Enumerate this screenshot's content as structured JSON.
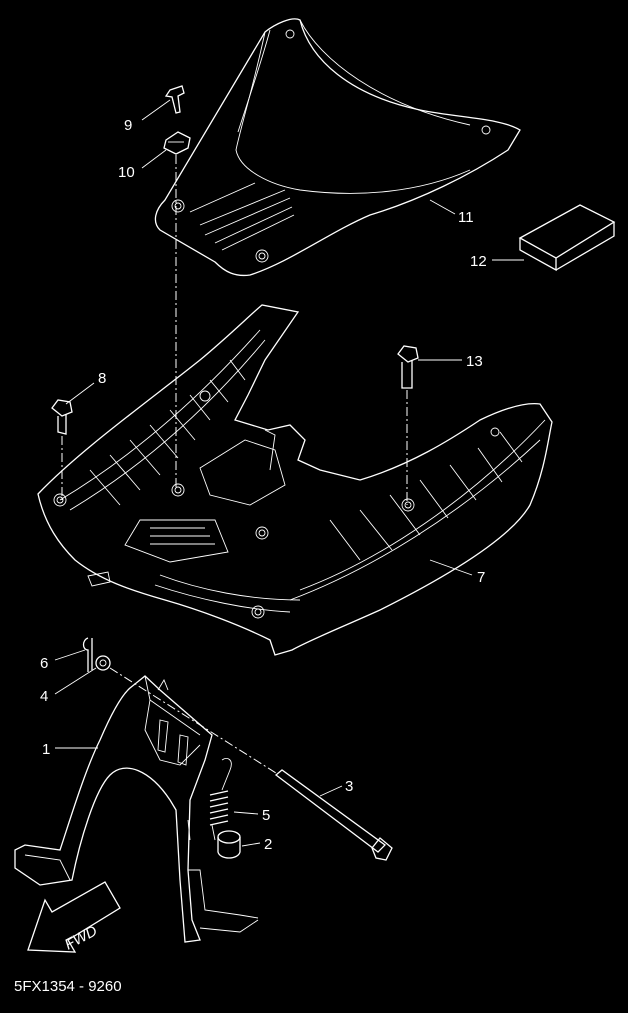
{
  "callouts": [
    {
      "id": "9",
      "text": "9"
    },
    {
      "id": "10",
      "text": "10"
    },
    {
      "id": "11",
      "text": "11"
    },
    {
      "id": "12",
      "text": "12"
    },
    {
      "id": "8",
      "text": "8"
    },
    {
      "id": "13",
      "text": "13"
    },
    {
      "id": "7",
      "text": "7"
    },
    {
      "id": "6",
      "text": "6"
    },
    {
      "id": "4",
      "text": "4"
    },
    {
      "id": "1",
      "text": "1"
    },
    {
      "id": "3",
      "text": "3"
    },
    {
      "id": "5",
      "text": "5"
    },
    {
      "id": "2",
      "text": "2"
    }
  ],
  "fwd_arrow": {
    "text": "FWD"
  },
  "diagram_code": "5FX1354 - 9260"
}
